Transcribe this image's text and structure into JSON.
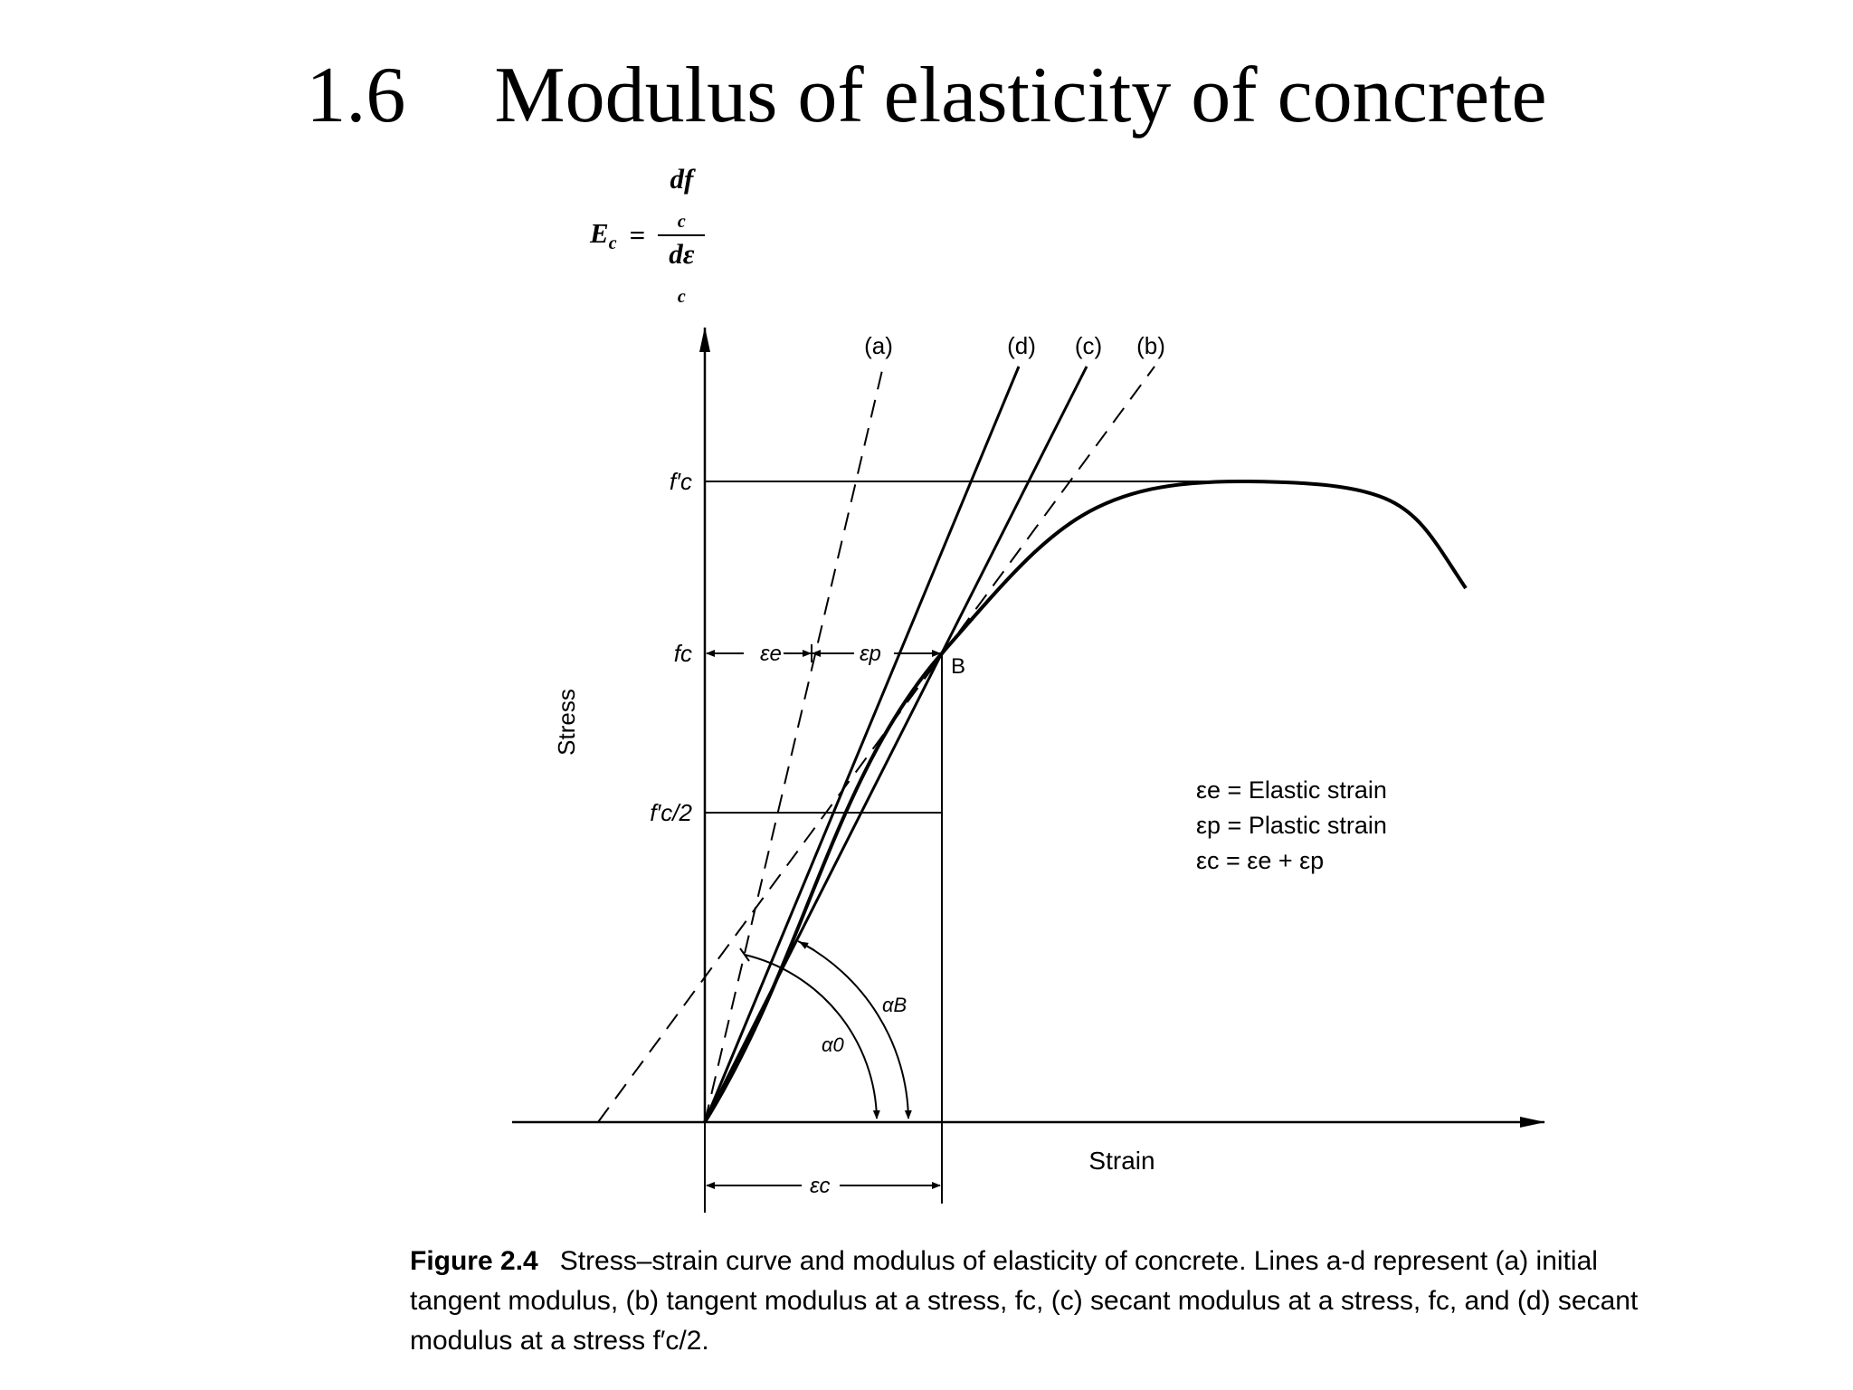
{
  "slide": {
    "number": "1.6",
    "title": "Modulus of elasticity of concrete"
  },
  "formula": {
    "lhs": "E",
    "lhs_sub": "c",
    "eq": "=",
    "num": "df",
    "num_sub": "c",
    "den": "dε",
    "den_sub": "c"
  },
  "diagram": {
    "line_labels": {
      "a": "(a)",
      "b": "(b)",
      "c": "(c)",
      "d": "(d)"
    },
    "y_axis_label": "Stress",
    "x_axis_label": "Strain",
    "tick_fc_prime": "f′c",
    "tick_fc": "fc",
    "tick_fc_half": "f′c/2",
    "point_label": "B",
    "eps_e": "εe",
    "eps_p": "εp",
    "eps_c": "εc",
    "alpha_0": "α0",
    "alpha_B": "αB",
    "legend": [
      "εe = Elastic strain",
      "εp = Plastic strain",
      "εc = εe + εp"
    ]
  },
  "caption": {
    "label": "Figure 2.4",
    "text": "Stress–strain curve and modulus of elasticity of concrete. Lines a-d represent (a) initial tangent modulus, (b) tangent modulus at a stress, fc, (c) secant modulus at a stress, fc, and (d) secant modulus at a stress f′c/2."
  }
}
